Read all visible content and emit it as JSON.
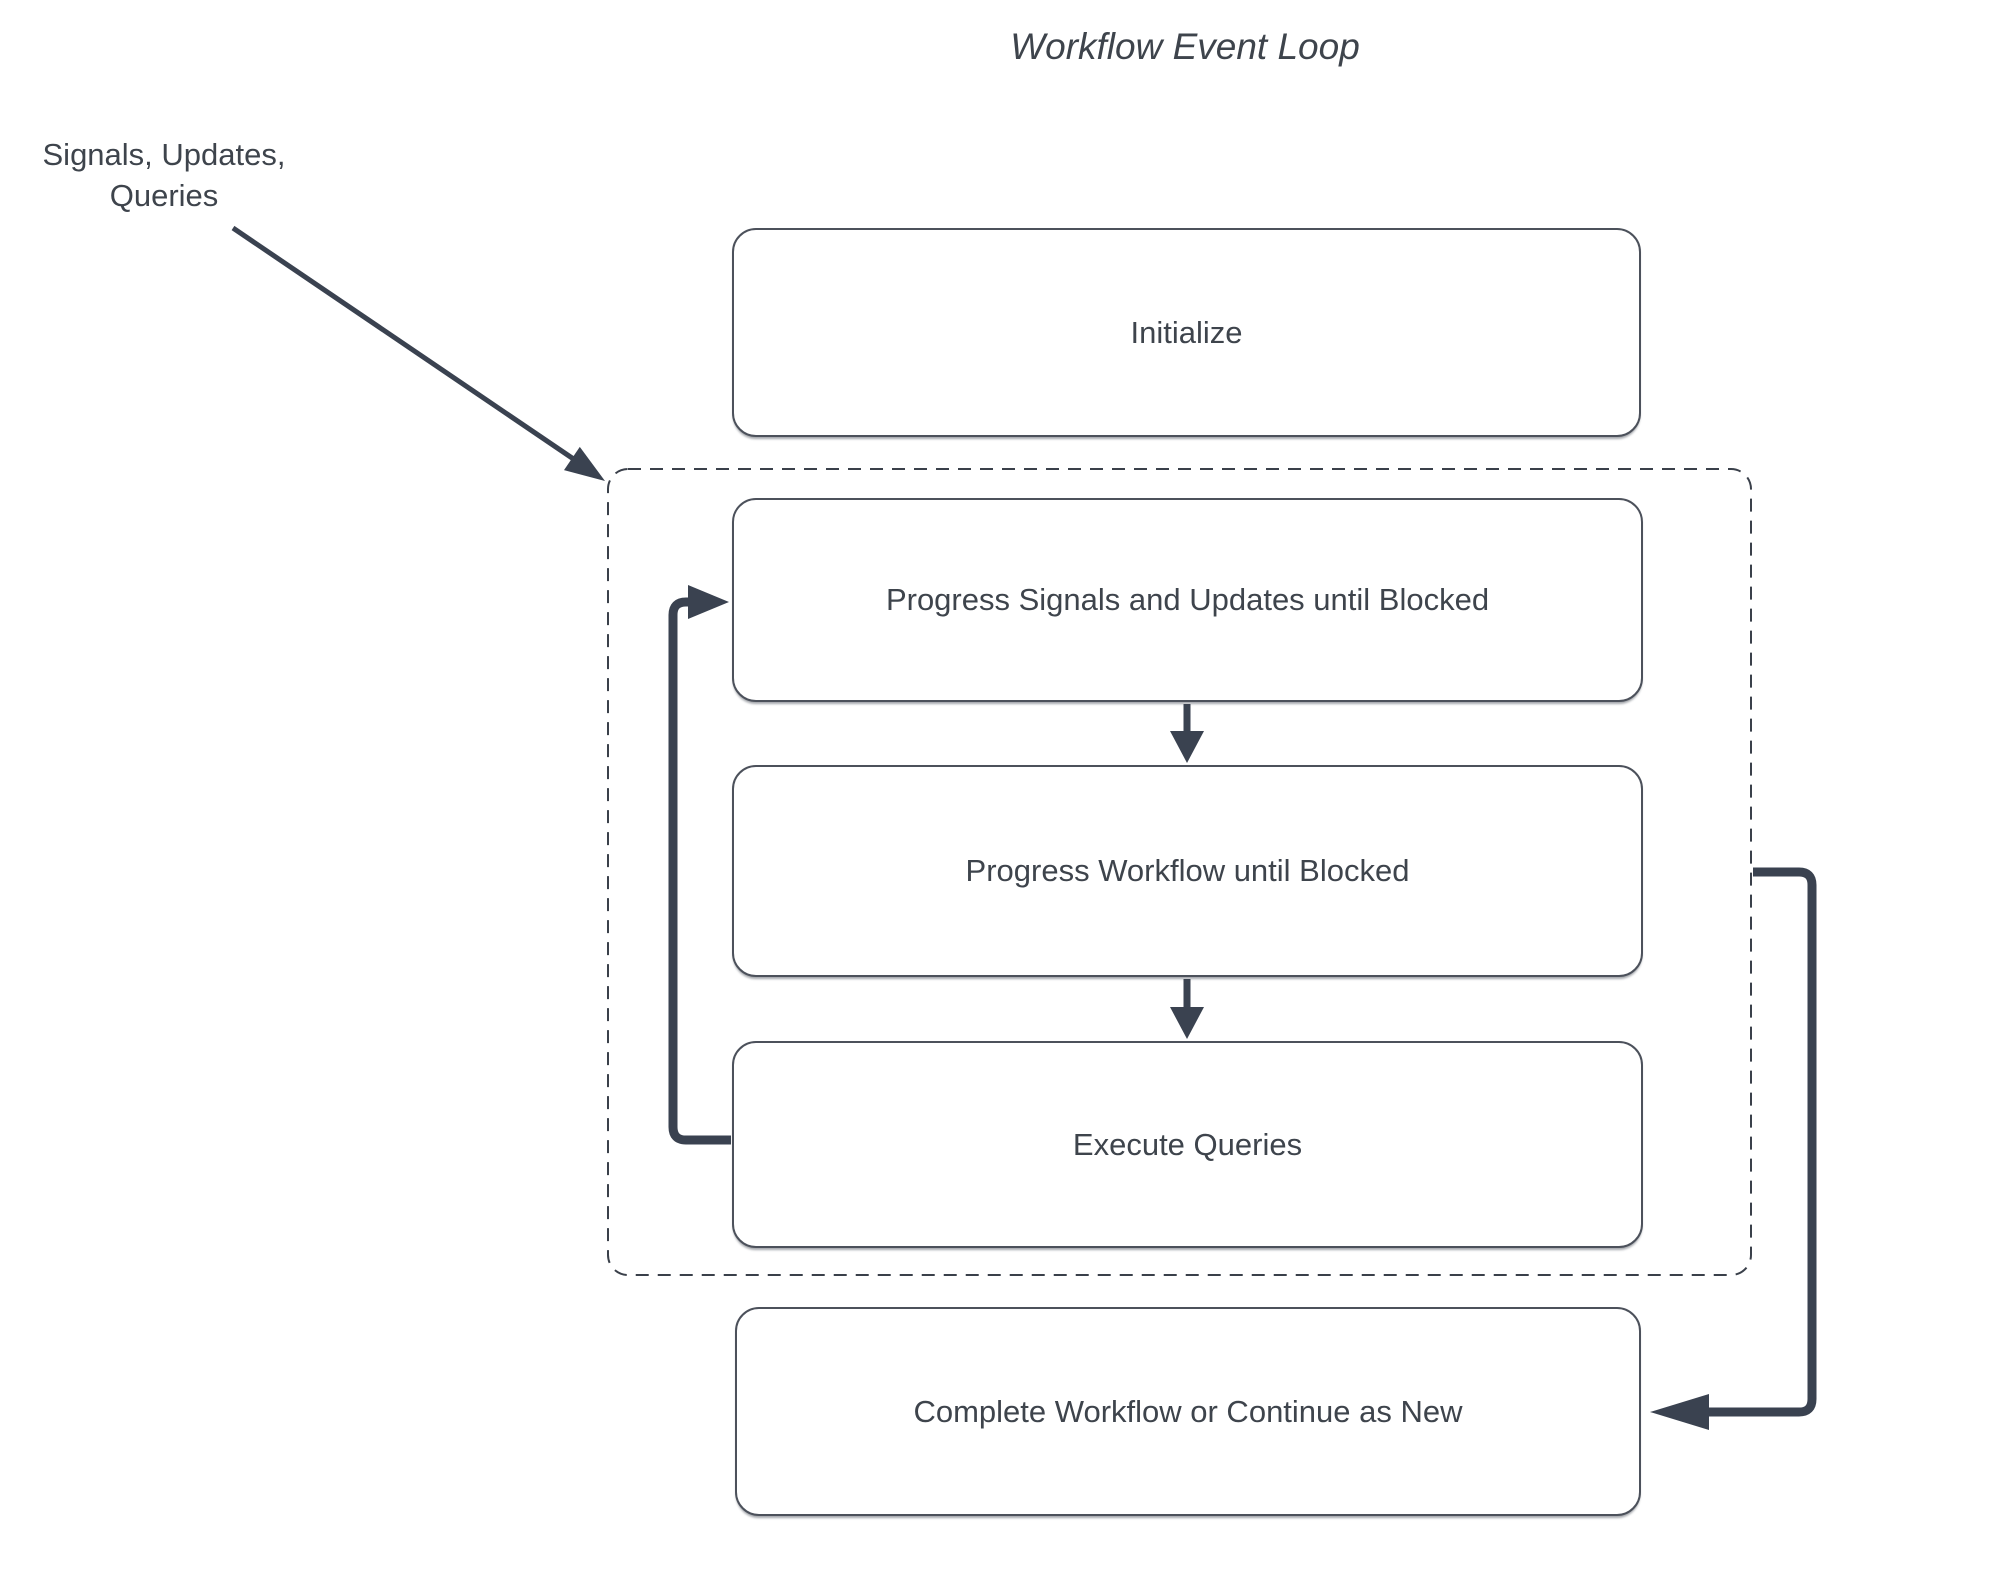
{
  "title": "Workflow Event Loop",
  "annotation": {
    "line1": "Signals, Updates,",
    "line2": "Queries"
  },
  "nodes": {
    "initialize": {
      "label": "Initialize"
    },
    "progress_signals": {
      "label": "Progress Signals and Updates until Blocked"
    },
    "progress_workflow": {
      "label": "Progress Workflow until Blocked"
    },
    "execute_queries": {
      "label": "Execute Queries"
    },
    "complete": {
      "label": "Complete Workflow or Continue as New"
    }
  },
  "edges": [
    {
      "from": "signals-updates-queries-label",
      "to": "event-loop-container",
      "type": "arrow"
    },
    {
      "from": "progress_signals",
      "to": "progress_workflow",
      "type": "arrow"
    },
    {
      "from": "progress_workflow",
      "to": "execute_queries",
      "type": "arrow"
    },
    {
      "from": "execute_queries",
      "to": "progress_signals",
      "type": "loop-back-arrow"
    },
    {
      "from": "event-loop-container",
      "to": "complete",
      "type": "arrow"
    }
  ],
  "colors": {
    "line": "#3A4250",
    "box_border": "#4C515B",
    "text": "#3E444C",
    "dash": "#3A404A",
    "background": "#ffffff"
  }
}
